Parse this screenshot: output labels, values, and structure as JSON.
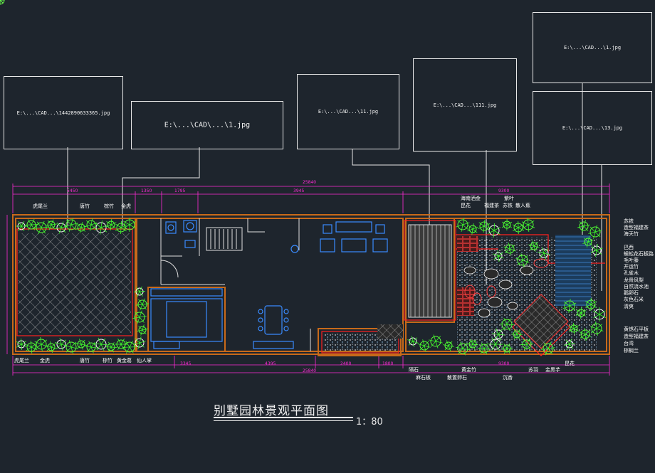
{
  "drawing": {
    "title": "别墅园林景观平面图",
    "scale": "1：80"
  },
  "image_refs": [
    "E:\\...\\CAD...\\1442890633365.jpg",
    "E:\\...\\CAD\\...\\1.jpg",
    "E:\\...\\CAD...\\11.jpg",
    "E:\\...\\CAD...\\111.jpg",
    "E:\\...\\CAD...\\1.jpg",
    "E:\\...\\CAD...\\13.jpg"
  ],
  "dimensions_top": [
    "25840",
    "5450",
    "1350",
    "1795",
    "3945",
    "9300"
  ],
  "dimensions_bottom": [
    "3345",
    "4395",
    "2400",
    "1800",
    "9300",
    "25840"
  ],
  "plant_labels_left_top": [
    "虎尾兰",
    "唐竹",
    "棕竹",
    "金虎"
  ],
  "plant_labels_left_bottom": [
    "虎尾兰",
    "金虎",
    "唐竹",
    "棕竹",
    "黄金葛",
    "仙人掌"
  ],
  "plant_labels_right_top": [
    "海南洒金",
    "昆花",
    "福建茶",
    "紫叶",
    "苏铁",
    "散人蕉"
  ],
  "plant_labels_right_side": [
    "苏铁",
    "造型福建茶",
    "海天竹",
    "巴西",
    "蜈蚣花石板路",
    "毛叶藤",
    "开运竹",
    "孔雀木",
    "龙骨风梨",
    "自然流水池",
    "鹅卵石",
    "灰色石米",
    "清爽"
  ],
  "plant_labels_right_bottom_side": [
    "黄锈石平板",
    "造型福建茶",
    "台湾",
    "棕榈兰"
  ],
  "plant_labels_bottom_right": [
    "隔石",
    "麻石板",
    "散置卵石",
    "黄金竹",
    "沉香",
    "苏羽",
    "金黑芋",
    "昆花"
  ]
}
